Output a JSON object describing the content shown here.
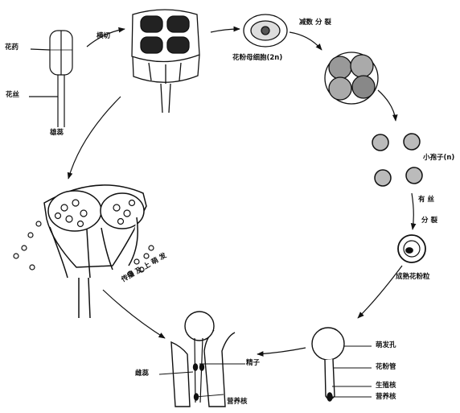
{
  "colors": {
    "ink": "#111111",
    "paper": "#ffffff",
    "stipple": "#666666"
  },
  "labels": {
    "anther": "花药",
    "filament": "花丝",
    "stamen": "雄蕊",
    "cross_section": "横切",
    "pollen_mother_cell": "花粉母细胞(2n)",
    "meiosis": "减数 分 裂",
    "microspore": "小孢子(n)",
    "mitosis_1": "有 丝",
    "mitosis_2": "分 裂",
    "mature_pollen": "成熟花粉粒",
    "germ_pore": "萌发孔",
    "pollen_tube": "花粉管",
    "generative_nucleus": "生殖核",
    "vegetative_nucleus": "营养核",
    "pistil": "雌蕊",
    "sperm": "精子",
    "vegetative_nucleus_2": "营养核",
    "pollination_germination": "传播 及 上 萌 发"
  }
}
